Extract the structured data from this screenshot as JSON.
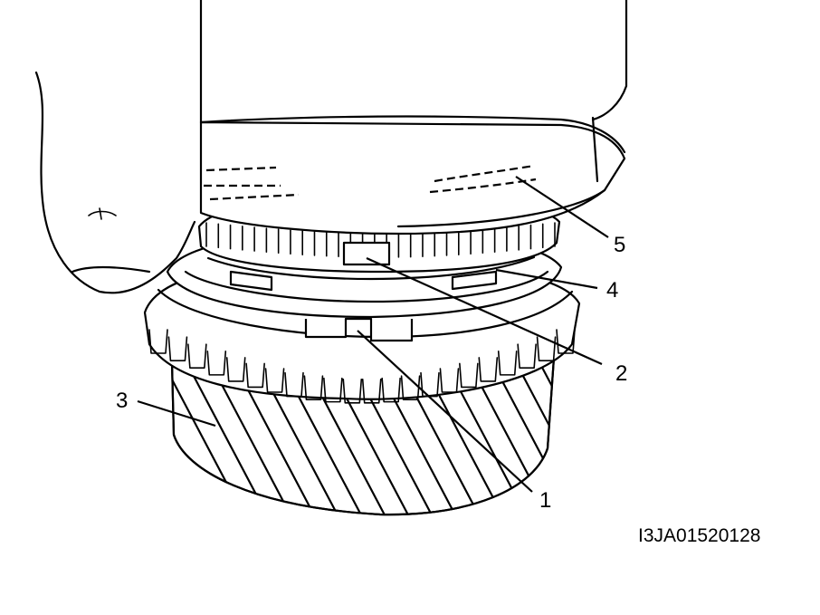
{
  "figure_code": "I3JA01520128",
  "callouts": [
    {
      "id": "1",
      "label": "1"
    },
    {
      "id": "2",
      "label": "2"
    },
    {
      "id": "3",
      "label": "3"
    },
    {
      "id": "4",
      "label": "4"
    },
    {
      "id": "5",
      "label": "5"
    }
  ]
}
